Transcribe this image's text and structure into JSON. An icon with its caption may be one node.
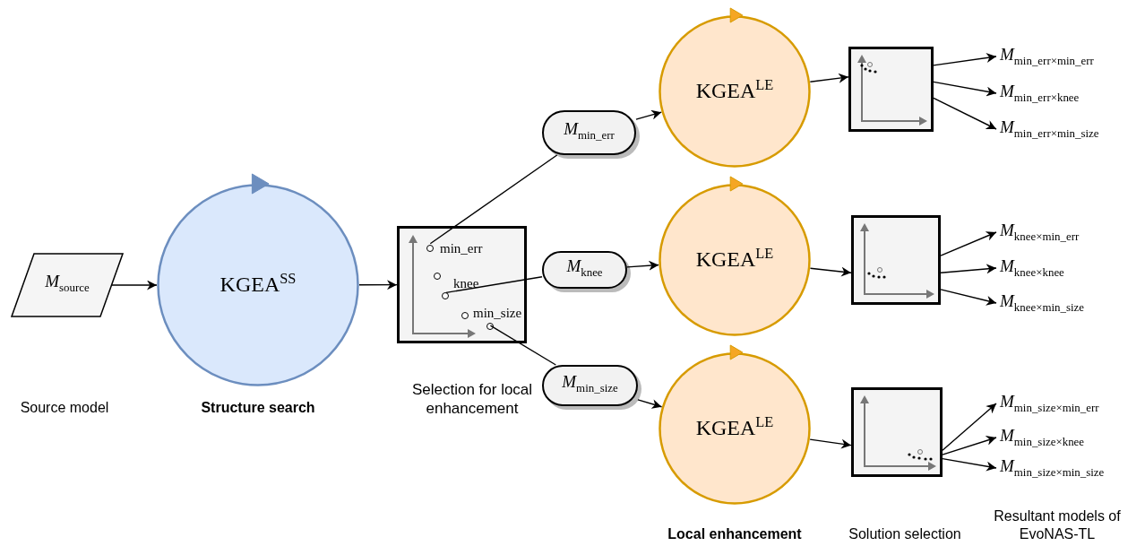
{
  "diagram": {
    "nodes": [
      {
        "text": [
          "*M*$_{source}$"
        ]
      },
      {
        "text": [
          "KGEA$^{SS}$"
        ]
      },
      {
        "text": [
          "min_err",
          "knee",
          "min_size"
        ]
      },
      {
        "text": [],
        "shape": "circle",
        "in": 2
      },
      {
        "text": [],
        "shape": "circle",
        "in": 2
      },
      {
        "text": [],
        "shape": "circle",
        "in": 2
      },
      {
        "text": [
          "*M*$_{min_err}$"
        ]
      },
      {
        "text": [
          "*M*$_{knee}$"
        ]
      },
      {
        "text": [
          "*M*$_{min_size}$"
        ]
      },
      {
        "text": [
          "KGEA$^{LE}$"
        ]
      },
      {
        "text": [
          "KGEA$^{LE}$"
        ]
      },
      {
        "text": [
          "KGEA$^{LE}$"
        ]
      },
      {
        "text": [],
        "shape": "box"
      },
      {
        "text": [],
        "shape": "box"
      },
      {
        "text": [],
        "shape": "box"
      },
      {
        "text": [
          "*M*$_{min_err×min_err}$"
        ]
      },
      {
        "text": [
          "*M*$_{min_err×knee}$"
        ]
      },
      {
        "text": [
          "*M*$_{min_err×min_size}$"
        ]
      },
      {
        "text": [
          "*M*$_{knee×min_err}$"
        ]
      },
      {
        "text": [
          "*M*$_{knee×knee}$"
        ]
      },
      {
        "text": [
          "*M*$_{knee×min_size}$"
        ]
      },
      {
        "text": [
          "*M*$_{min_size×min_err}$"
        ]
      },
      {
        "text": [
          "*M*$_{min_size×knee}$"
        ]
      },
      {
        "text": [
          "*M*$_{min_size×min_size}$"
        ]
      }
    ],
    "edges": [
      {
        "from": 0,
        "to": 1,
        "arrow": "to"
      },
      {
        "from": 1,
        "to": 2,
        "arrow": "to"
      },
      {
        "from": 3,
        "to": 6,
        "arrow": "none"
      },
      {
        "from": 4,
        "to": 7,
        "arrow": "none"
      },
      {
        "from": 5,
        "to": 8,
        "arrow": "none"
      },
      {
        "from": 6,
        "to": 9,
        "arrow": "to"
      },
      {
        "from": 7,
        "to": 10,
        "arrow": "to"
      },
      {
        "from": 8,
        "to": 11,
        "arrow": "to"
      },
      {
        "from": 9,
        "to": 12,
        "arrow": "to"
      },
      {
        "from": 10,
        "to": 13,
        "arrow": "to"
      },
      {
        "from": 11,
        "to": 14,
        "arrow": "to"
      },
      {
        "from": 12,
        "to": 15,
        "arrow": "to"
      },
      {
        "from": 12,
        "to": 16,
        "arrow": "to"
      },
      {
        "from": 12,
        "to": 17,
        "arrow": "to"
      },
      {
        "from": 13,
        "to": 18,
        "arrow": "to"
      },
      {
        "from": 13,
        "to": 19,
        "arrow": "to"
      },
      {
        "from": 13,
        "to": 20,
        "arrow": "to"
      },
      {
        "from": 14,
        "to": 21,
        "arrow": "to"
      },
      {
        "from": 14,
        "to": 22,
        "arrow": "to"
      },
      {
        "from": 14,
        "to": 23,
        "arrow": "to"
      }
    ],
    "labels": [
      "Source model",
      "Structure search",
      "Selection for local enhancement",
      "Local enhancement",
      "Solution selection",
      "Resultant models of EvoNAS-TL"
    ]
  }
}
